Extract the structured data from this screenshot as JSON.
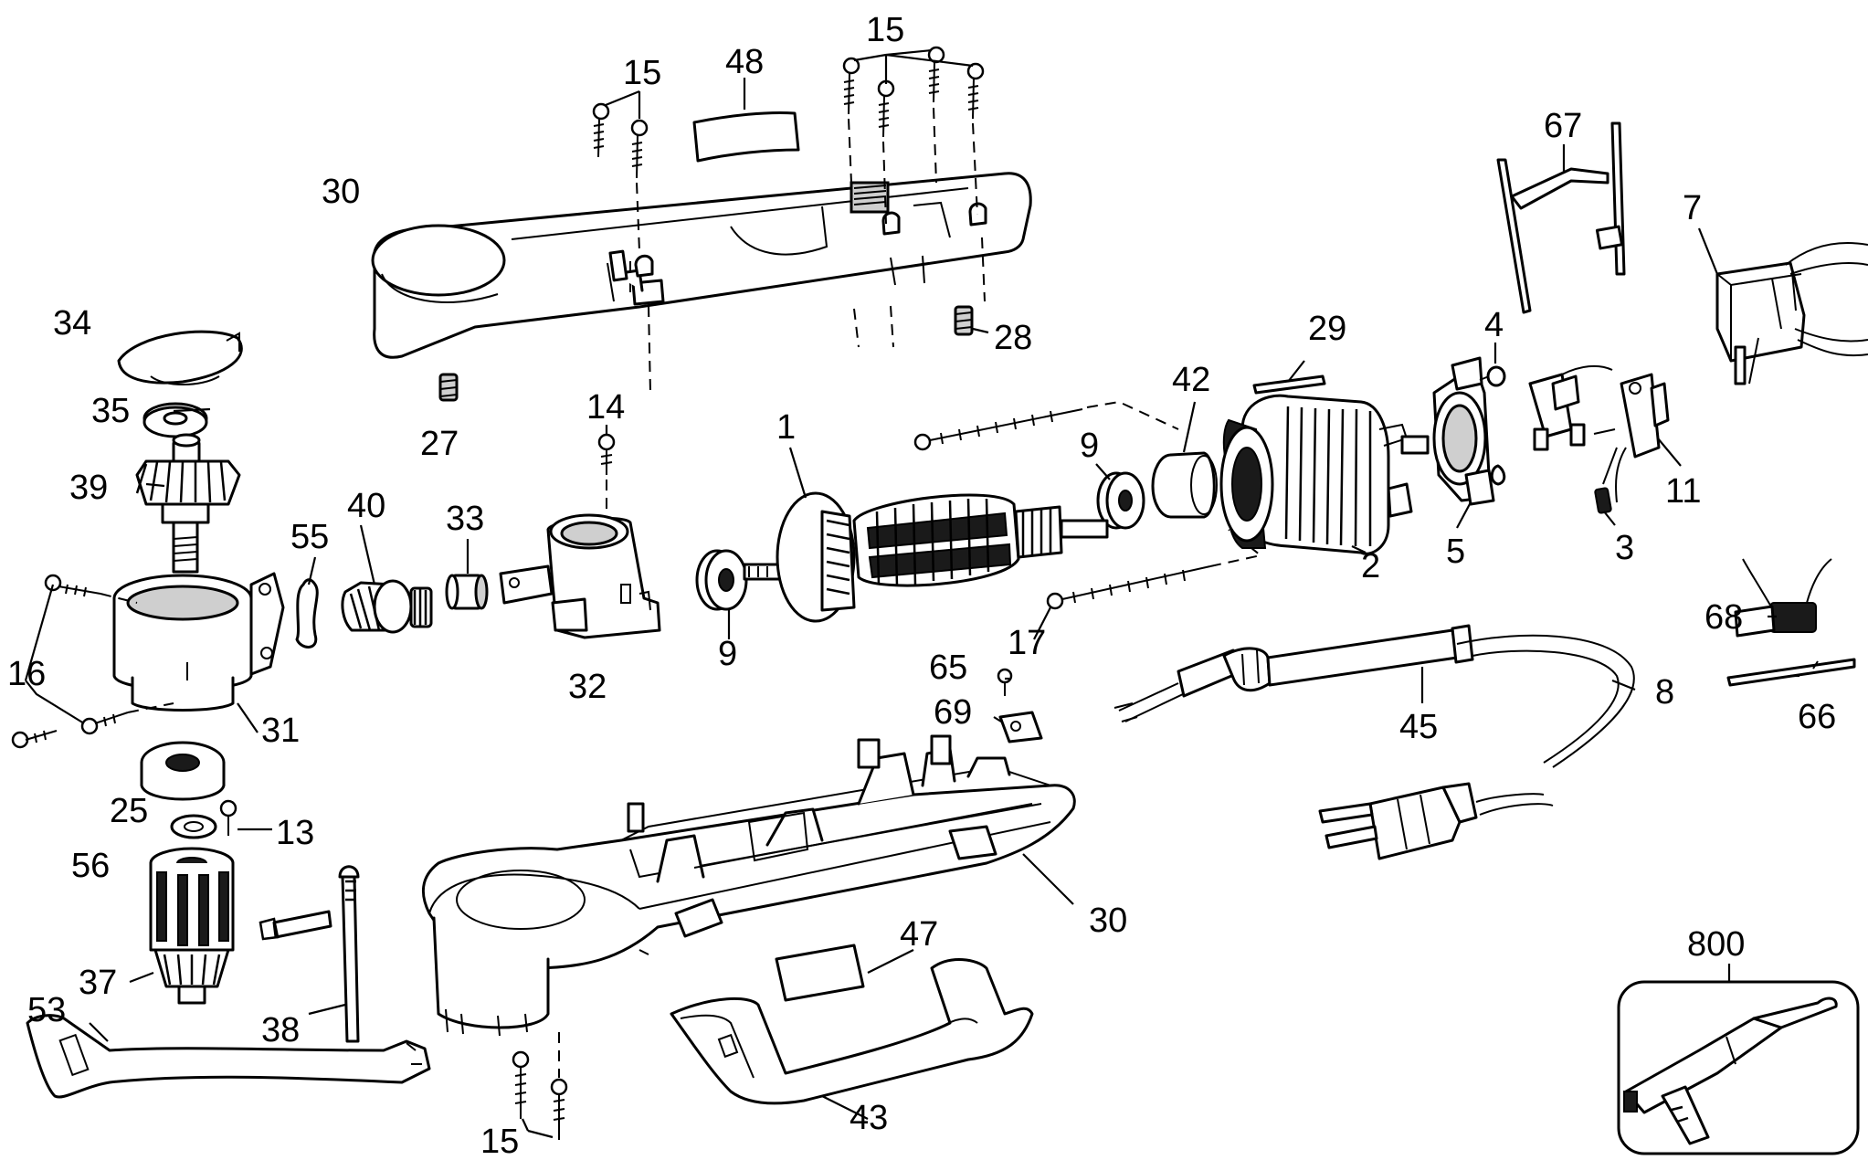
{
  "callouts": [
    {
      "id": "c15-top-left",
      "text": "15"
    },
    {
      "id": "c48",
      "text": "48"
    },
    {
      "id": "c15-top-right",
      "text": "15"
    },
    {
      "id": "c67",
      "text": "67"
    },
    {
      "id": "c30-top",
      "text": "30"
    },
    {
      "id": "c7",
      "text": "7"
    },
    {
      "id": "c34",
      "text": "34"
    },
    {
      "id": "c28",
      "text": "28"
    },
    {
      "id": "c29",
      "text": "29"
    },
    {
      "id": "c4",
      "text": "4"
    },
    {
      "id": "c35",
      "text": "35"
    },
    {
      "id": "c14",
      "text": "14"
    },
    {
      "id": "c42",
      "text": "42"
    },
    {
      "id": "c1",
      "text": "1"
    },
    {
      "id": "c27",
      "text": "27"
    },
    {
      "id": "c9-right",
      "text": "9"
    },
    {
      "id": "c39",
      "text": "39"
    },
    {
      "id": "c40",
      "text": "40"
    },
    {
      "id": "c33",
      "text": "33"
    },
    {
      "id": "c11",
      "text": "11"
    },
    {
      "id": "c55",
      "text": "55"
    },
    {
      "id": "c5",
      "text": "5"
    },
    {
      "id": "c3",
      "text": "3"
    },
    {
      "id": "c2",
      "text": "2"
    },
    {
      "id": "c16",
      "text": "16"
    },
    {
      "id": "c17",
      "text": "17"
    },
    {
      "id": "c9-left",
      "text": "9"
    },
    {
      "id": "c68",
      "text": "68"
    },
    {
      "id": "c32",
      "text": "32"
    },
    {
      "id": "c65",
      "text": "65"
    },
    {
      "id": "c8",
      "text": "8"
    },
    {
      "id": "c45",
      "text": "45"
    },
    {
      "id": "c66",
      "text": "66"
    },
    {
      "id": "c31",
      "text": "31"
    },
    {
      "id": "c69",
      "text": "69"
    },
    {
      "id": "c25",
      "text": "25"
    },
    {
      "id": "c13",
      "text": "13"
    },
    {
      "id": "c56",
      "text": "56"
    },
    {
      "id": "c30-bottom",
      "text": "30"
    },
    {
      "id": "c800",
      "text": "800"
    },
    {
      "id": "c47",
      "text": "47"
    },
    {
      "id": "c37",
      "text": "37"
    },
    {
      "id": "c53",
      "text": "53"
    },
    {
      "id": "c38",
      "text": "38"
    },
    {
      "id": "c43",
      "text": "43"
    },
    {
      "id": "c15-bottom",
      "text": "15"
    }
  ]
}
